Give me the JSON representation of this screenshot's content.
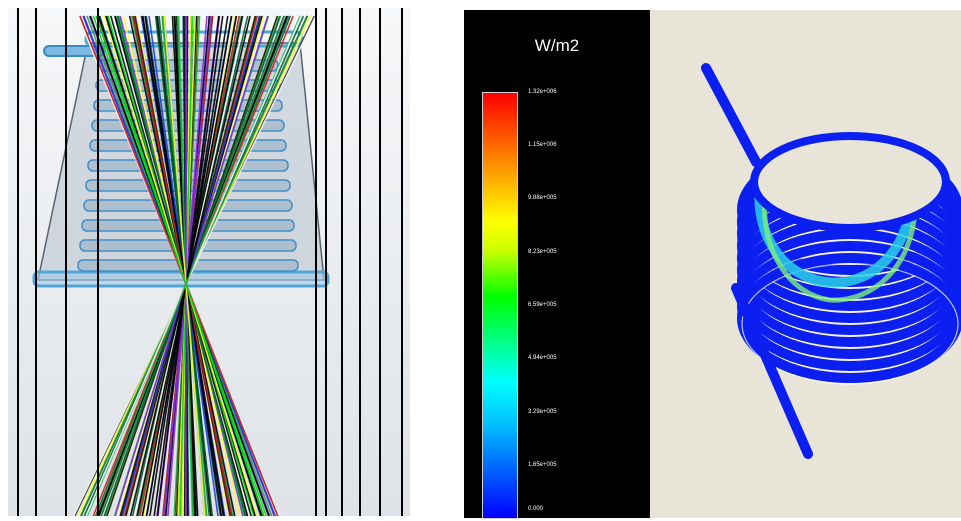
{
  "legend": {
    "unit": "W/m2",
    "ticks": [
      "1.32e+006",
      "1.15e+006",
      "9.88e+005",
      "8.23e+005",
      "6.59e+005",
      "4.94e+005",
      "3.29e+005",
      "1.65e+005",
      "0.000"
    ]
  },
  "colors": {
    "coil": "#0a1ff0",
    "coil_hot": "#2bd0e8",
    "receiver_frame": "#4fa7d8",
    "right_background": "#e8e4d8",
    "legend_background": "#000000"
  }
}
